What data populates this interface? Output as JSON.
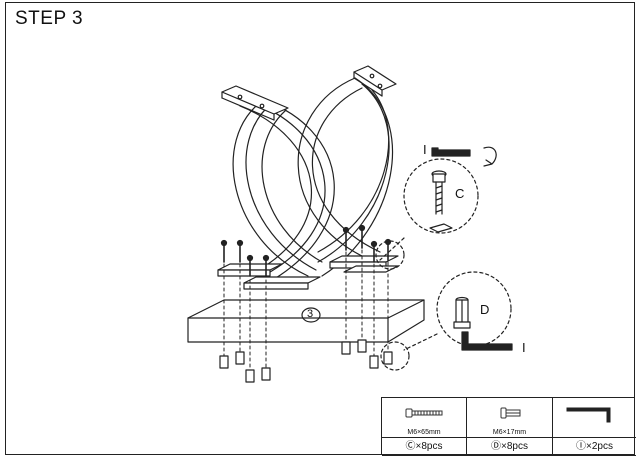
{
  "step": {
    "title": "STEP 3"
  },
  "callouts": {
    "bolt_letter": "C",
    "sleeve_letter": "D",
    "wrench_top_letter": "I",
    "wrench_bottom_letter": "I",
    "shelf_number": "3"
  },
  "legend": {
    "items": [
      {
        "icon": "bolt-icon",
        "size": "M6×65mm",
        "quantity": "Ⓒ×8pcs"
      },
      {
        "icon": "barrel-nut-icon",
        "size": "M6×17mm",
        "quantity": "Ⓓ×8pcs"
      },
      {
        "icon": "allen-wrench-icon",
        "size": "",
        "quantity": "Ⓘ×2pcs"
      }
    ]
  }
}
